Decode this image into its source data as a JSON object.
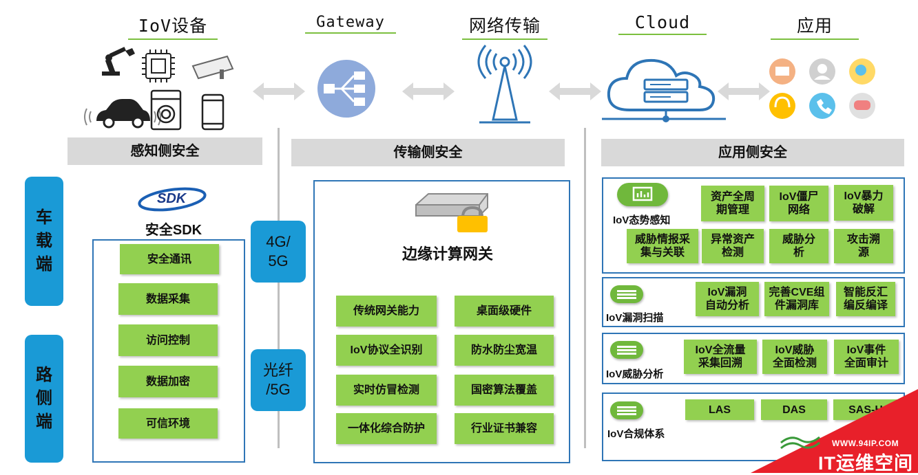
{
  "headers": {
    "iov": "IoV设备",
    "gateway": "Gateway",
    "network": "网络传输",
    "cloud": "Cloud",
    "app": "应用"
  },
  "banners": {
    "perception": "感知侧安全",
    "transport": "传输侧安全",
    "application": "应用侧安全"
  },
  "sides": {
    "vehicle": "车\n载\n端",
    "roadside": "路\n侧\n端"
  },
  "sdk": {
    "logo_text": "SDK",
    "title": "安全SDK",
    "items": [
      "安全通讯",
      "数据采集",
      "访问控制",
      "数据加密",
      "可信环境"
    ]
  },
  "links": {
    "cellular": "4G/\n5G",
    "fiber": "光纤\n/5G"
  },
  "edge": {
    "title": "边缘计算网关",
    "left": [
      "传统网关能力",
      "IoV协议全识别",
      "实时仿冒检测",
      "一体化综合防护"
    ],
    "right": [
      "桌面级硬件",
      "防水防尘宽温",
      "国密算法覆盖",
      "行业证书兼容"
    ]
  },
  "app_panels": {
    "situation": {
      "label": "IoV态势感知",
      "items": [
        "资产全周\n期管理",
        "IoV僵尸\n网络",
        "IoV暴力\n破解",
        "威胁情报采\n集与关联",
        "异常资产\n检测",
        "威胁分\n析",
        "攻击溯\n源"
      ]
    },
    "vuln": {
      "label": "IoV漏洞扫描",
      "items": [
        "IoV漏洞\n自动分析",
        "完善CVE组\n件漏洞库",
        "智能反汇\n编反编译"
      ]
    },
    "threat": {
      "label": "IoV威胁分析",
      "items": [
        "IoV全流量\n采集回溯",
        "IoV威胁\n全面检测",
        "IoV事件\n全面审计"
      ]
    },
    "compliance": {
      "label": "IoV合规体系",
      "items": [
        "LAS",
        "DAS",
        "SAS-H"
      ]
    }
  },
  "watermark": {
    "url": "WWW.94IP.COM",
    "brand": "IT运维空间"
  },
  "colors": {
    "green": "#92d050",
    "blue": "#1a9ad6",
    "border": "#2e75b6",
    "banner": "#d9d9d9",
    "watermark": "#e8202a"
  }
}
